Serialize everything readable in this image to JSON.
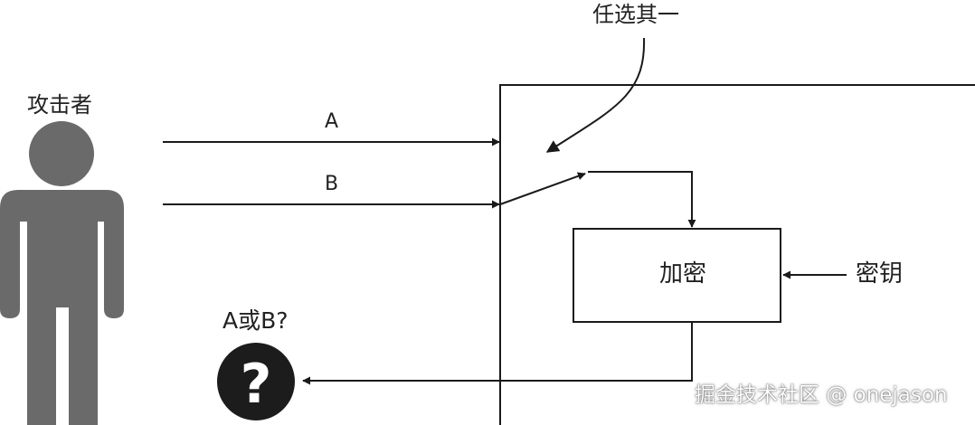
{
  "labels": {
    "attacker": "攻击者",
    "choose_one": "任选其一",
    "a": "A",
    "b": "B",
    "encrypt": "加密",
    "key": "密钥",
    "a_or_b": "A或B?",
    "question_mark": "?"
  },
  "watermark": "掘金技术社区 @ onejason",
  "colors": {
    "figure": "#6a6a6a",
    "line": "#1a1a1a",
    "question_badge": "#1c1c1c"
  },
  "icons": {
    "attacker_figure": "person-icon",
    "question_badge": "question-mark-icon"
  }
}
